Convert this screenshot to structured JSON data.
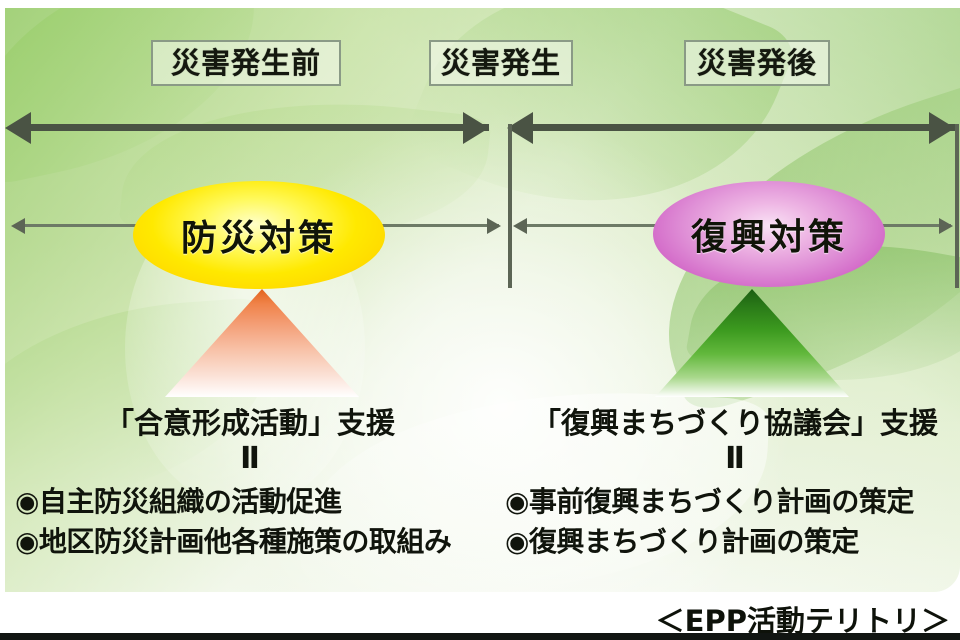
{
  "diagram": {
    "phases": [
      {
        "id": "before",
        "label": "災害発生前"
      },
      {
        "id": "during",
        "label": "災害発生"
      },
      {
        "id": "after",
        "label": "災害発後"
      }
    ],
    "bubbles": [
      {
        "id": "prevention",
        "label": "防災対策",
        "color": "#ffe900"
      },
      {
        "id": "reconstruction",
        "label": "復興対策",
        "color": "#df8fd6"
      }
    ],
    "columns": [
      {
        "id": "consensus",
        "headline": "「合意形成活動」支援",
        "equals": "Ⅱ",
        "bullets": [
          "◉自主防災組織の活動促進",
          "◉地区防災計画他各種施策の取組み"
        ],
        "triangle_color": "#e2641e"
      },
      {
        "id": "machizukuri",
        "headline": "「復興まちづくり協議会」支援",
        "equals": "Ⅱ",
        "bullets": [
          "◉事前復興まちづくり計画の策定",
          "◉復興まちづくり計画の策定"
        ],
        "triangle_color": "#1b5e12"
      }
    ],
    "footer_caption": "＜EPP活動テリトリ＞",
    "palette": {
      "panel_green": "#dcecc8",
      "arrow_dark": "#4a5344",
      "divider": "#5c6555",
      "text": "#10140c"
    }
  }
}
